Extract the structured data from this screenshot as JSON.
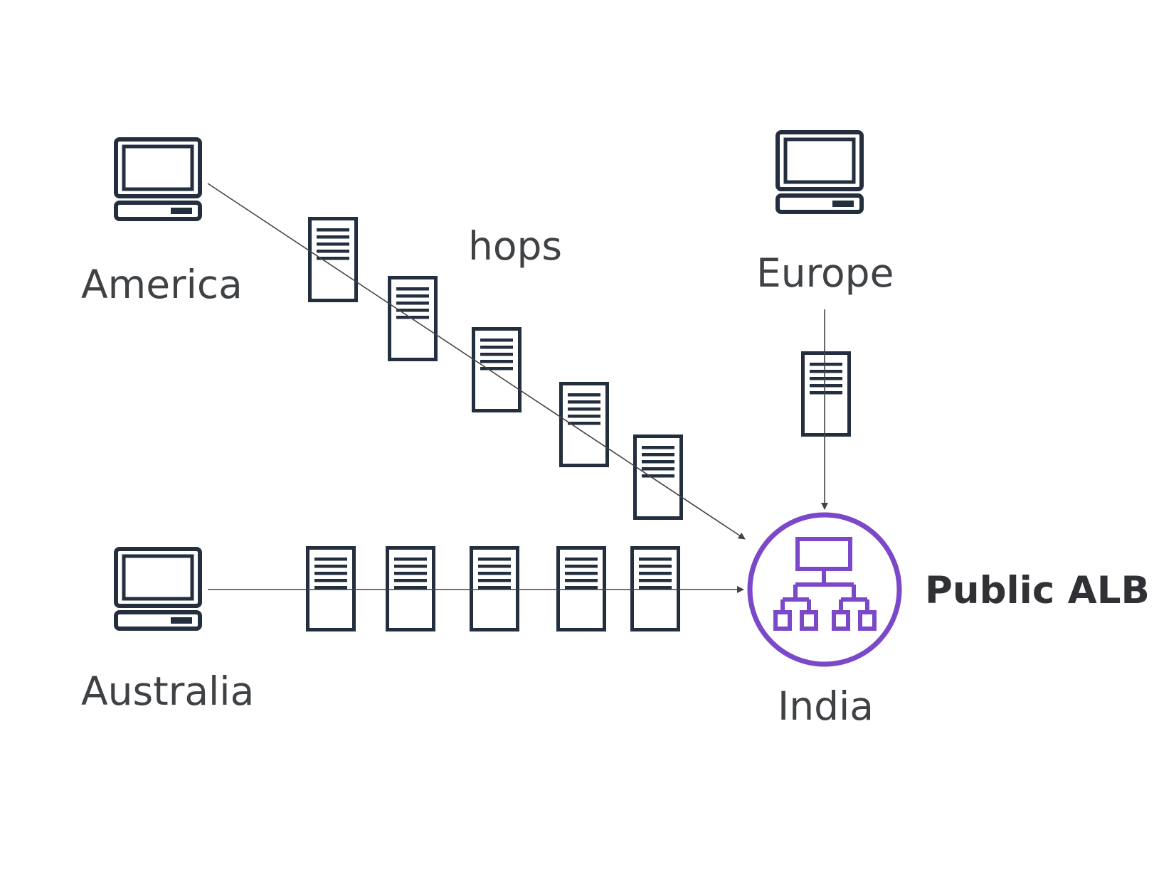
{
  "labels": {
    "america": "America",
    "europe": "Europe",
    "australia": "Australia",
    "india": "India",
    "hops": "hops",
    "alb": "Public ALB"
  },
  "colors": {
    "icon_stroke": "#232f3e",
    "alb_purple": "#7b48c9",
    "line": "#444444",
    "text": "#3f4245"
  },
  "icons": {
    "client": "laptop-computer-icon",
    "hop": "server-icon",
    "load_balancer": "application-load-balancer-icon"
  },
  "edges": [
    {
      "from": "America",
      "to": "India"
    },
    {
      "from": "Europe",
      "to": "India"
    },
    {
      "from": "Australia",
      "to": "India"
    }
  ]
}
